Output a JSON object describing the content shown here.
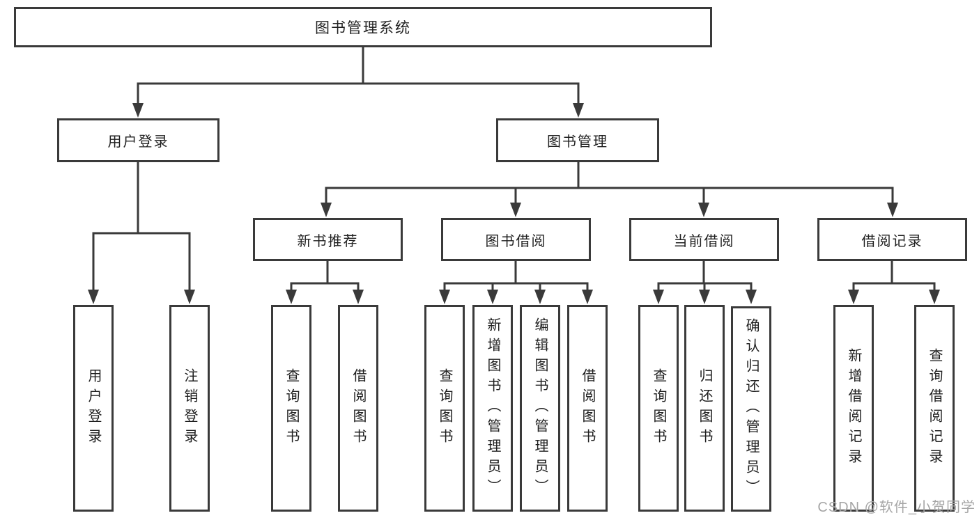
{
  "diagram": {
    "root": {
      "label": "图书管理系统"
    },
    "branches": [
      {
        "label": "用户登录",
        "leaves": [
          "用户登录",
          "注销登录"
        ]
      },
      {
        "label": "图书管理",
        "groups": [
          {
            "label": "新书推荐",
            "leaves": [
              "查询图书",
              "借阅图书"
            ]
          },
          {
            "label": "图书借阅",
            "leaves": [
              "查询图书",
              "新增图书（管理员）",
              "编辑图书（管理员）",
              "借阅图书"
            ]
          },
          {
            "label": "当前借阅",
            "leaves": [
              "查询图书",
              "归还图书",
              "确认归还（管理员）"
            ]
          },
          {
            "label": "借阅记录",
            "leaves": [
              "新增借阅记录",
              "查询借阅记录"
            ]
          }
        ]
      }
    ],
    "colors": {
      "line": "#3a3a3a",
      "text": "#202020",
      "watermark_text": "#a6a6a6"
    }
  },
  "watermark": {
    "text": "CSDN @软件_小贺同学"
  }
}
